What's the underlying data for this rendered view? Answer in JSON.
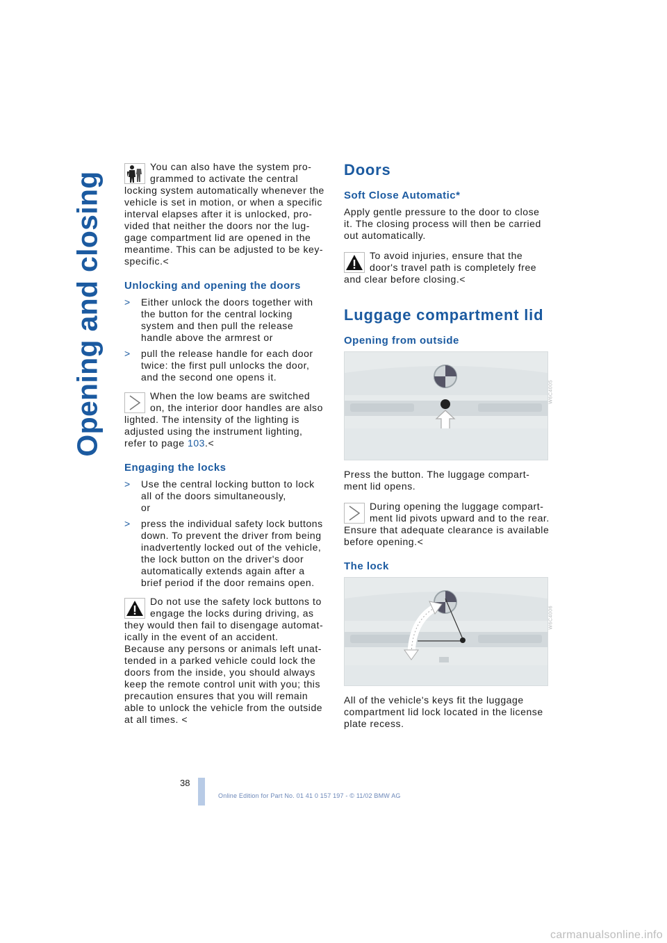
{
  "side_title": "Opening and closing",
  "left": {
    "intro_note": "You can also have the system pro-grammed to activate the central locking system automatically whenever the vehicle is set in motion, or when a specific interval elapses after it is unlocked, pro-vided that neither the doors nor the lug-gage compartment lid are opened in the meantime. This can be adjusted to be key-specific.",
    "unlocking_heading": "Unlocking and opening the doors",
    "unlocking_items": [
      "Either unlock the doors together with the button for the central locking system and then pull the release handle above the armrest or",
      "pull the release handle for each door twice: the first pull unlocks the door, and the second one opens it."
    ],
    "low_beams_note": "When the low beams are switched on, the interior door handles are also lighted. The intensity of the lighting is adjusted using the instrument lighting, refer to page ",
    "low_beams_page": "103",
    "engaging_heading": "Engaging the locks",
    "engaging_items": [
      "Use the central locking button to lock all of the doors simultaneously,",
      "press the individual safety lock buttons down. To prevent the driver from being inadvertently locked out of the vehicle, the lock button on the driver's door automatically extends again after a brief period if the door remains open."
    ],
    "engaging_or": "or",
    "warning_note_1": "Do not use the safety lock buttons to engage the locks during driving, as they would then fail to disengage automat-ically in the event of an accident.",
    "warning_note_2": "Because any persons or animals left unat-tended in a parked vehicle could lock the doors from the inside, you should always keep the remote control unit with you; this precaution ensures that you will remain able to unlock the vehicle from the outside at all times. "
  },
  "right": {
    "doors_heading": "Doors",
    "soft_close_heading": "Soft Close Automatic*",
    "soft_close_text": "Apply gentle pressure to the door to close it. The closing process will then be carried out automatically.",
    "soft_close_warning": "To avoid injuries, ensure that the door's travel path is completely free and clear before closing.",
    "luggage_heading": "Luggage compartment lid",
    "opening_heading": "Opening from outside",
    "figure_1_code": "W6C4005",
    "opening_text": "Press the button. The luggage compart-ment lid opens.",
    "opening_note": "During opening the luggage compart-ment lid pivots upward and to the rear. Ensure that adequate clearance is available before opening.",
    "lock_heading": "The lock",
    "figure_2_code": "W6C4006",
    "lock_text": "All of the vehicle's keys fit the luggage compartment lid lock located in the license plate recess."
  },
  "end_mark": "<",
  "bullet_glyph": ">",
  "page_number": "38",
  "footer": "Online Edition for Part No. 01 41 0 157 197 - © 11/02 BMW AG",
  "watermark": "carmanualsonline.info"
}
